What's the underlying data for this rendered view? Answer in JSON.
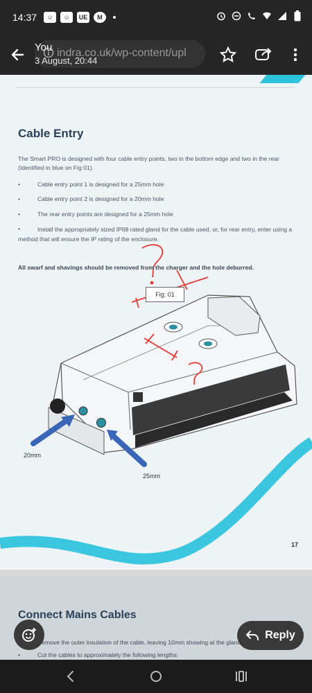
{
  "status_bar": {
    "time": "14:37",
    "notifications": [
      "☺",
      "☺",
      "UE",
      "M"
    ]
  },
  "toolbar": {
    "url": "indra.co.uk/wp-content/upl",
    "overlay_name": "You",
    "overlay_date": "3 August, 20:44"
  },
  "document": {
    "title": "Cable Entry",
    "intro": "The Smart PRO is designed  with four cable entry points, two in the bottom edge and two in the rear (Identified in blue on Fig 01).",
    "bullets": [
      "Cable entry point 1 is designed for a 25mm hole",
      "Cable entry point 2 is designed for a 20mm hole",
      "The rear entry points are designed for a 25mm hole"
    ],
    "bullet_long": "Install the appropriately sized IP68 rated gland for the cable used, or, for rear entry, enter using a method that will ensure the IP rating of the enclosure.",
    "bullet_char": "•",
    "note": "All swarf and shavings should be removed from the charger and the hole deburred.",
    "figure_label": "Fig: 01",
    "label_20mm": "20mm",
    "label_25mm": "25mm",
    "page_number": "17",
    "accent_color": "#2ec3dc",
    "arrow_color": "#3a66b8",
    "annotation_color": "#e53935"
  },
  "next_page": {
    "title": "Connect Mains Cables",
    "line1": "Remove the outer insulation of the cable, leaving 10mm showing at the gland",
    "line2": "Cut the cables to approximately the following lengths:"
  },
  "actions": {
    "reply_label": "Reply"
  }
}
